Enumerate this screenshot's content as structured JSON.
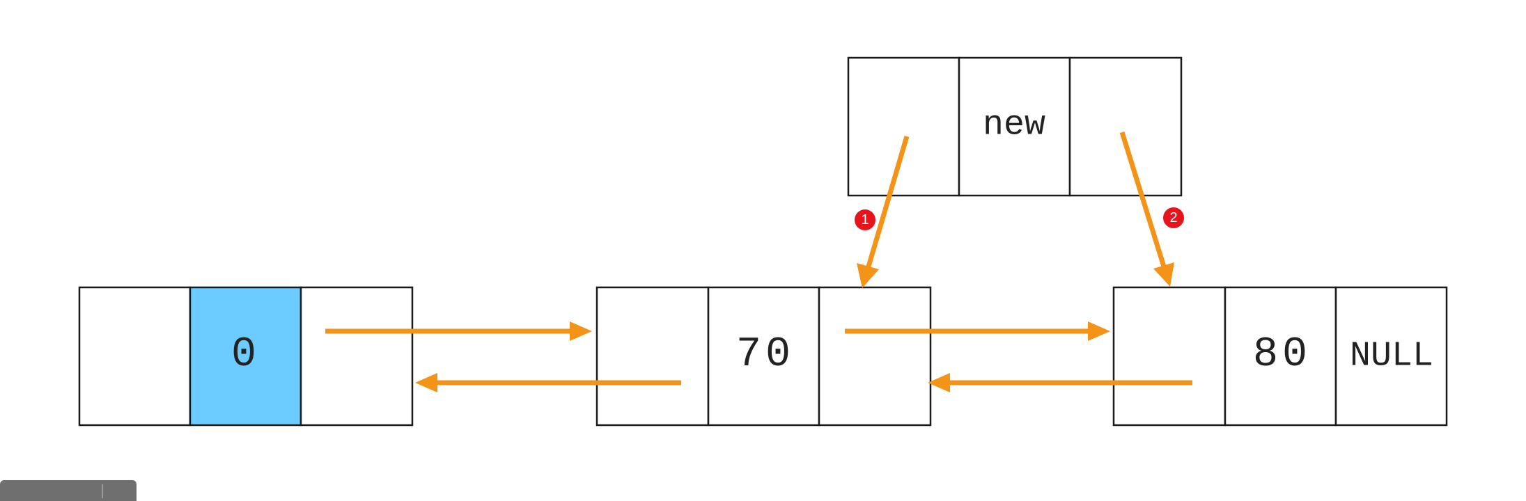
{
  "nodes": {
    "head": {
      "prev": "",
      "data": "0",
      "next": ""
    },
    "node70": {
      "prev": "",
      "data": "70",
      "next": ""
    },
    "node80": {
      "prev": "",
      "data": "80",
      "next": "NULL"
    },
    "new_node": {
      "prev": "",
      "data": "new",
      "next": ""
    }
  },
  "badges": {
    "step1": "1",
    "step2": "2"
  },
  "colors": {
    "arrow": "#f39317",
    "highlight": "#6ccbff",
    "badge": "#e8141c"
  }
}
